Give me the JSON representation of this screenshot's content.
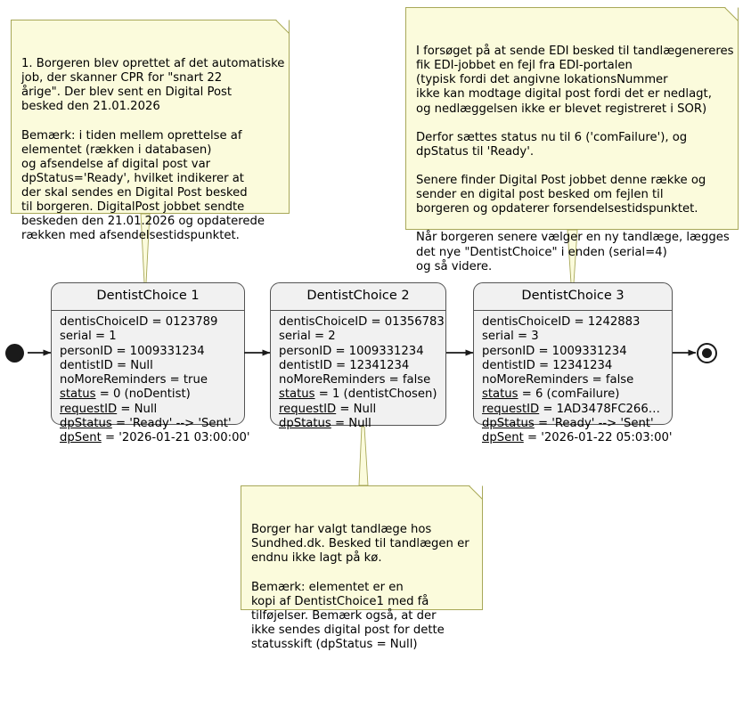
{
  "diagram": {
    "type": "uml-object-state-diagram",
    "language": "da",
    "colors": {
      "note_fill": "#FBFBDC",
      "note_border": "#A8A858",
      "state_fill": "#F1F1F1",
      "state_border": "#545454",
      "line": "#1A1A1A",
      "background": "#FFFFFF"
    }
  },
  "notes": {
    "note_top_left": {
      "name": "note-dentistchoice-1",
      "text": "1. Borgeren blev oprettet af det automatiske\njob, der skanner CPR for \"snart 22\nårige\". Der blev sent en Digital Post\nbesked den 21.01.2026\n\nBemærk: i tiden mellem oprettelse af\nelementet (rækken i databasen)\nog afsendelse af digital post var\ndpStatus='Ready', hvilket indikerer at\nder skal sendes en Digital Post besked\ntil borgeren. DigitalPost jobbet sendte\nbeskeden den 21.01.2026 og opdaterede\nrækken med afsendelsestidspunktet."
    },
    "note_top_right": {
      "name": "note-dentistchoice-3",
      "text": "I forsøget på at sende EDI besked til tandlægenereres\nfik EDI-jobbet en fejl fra EDI-portalen\n(typisk fordi det angivne lokationsNummer\nikke kan modtage digital post fordi det er nedlagt,\nog nedlæggelsen ikke er blevet registreret i SOR)\n\nDerfor sættes status nu til 6 ('comFailure'), og\ndpStatus til 'Ready'.\n\nSenere finder Digital Post jobbet denne række og\nsender en digital post besked om fejlen til\nborgeren og opdaterer forsendelsestidspunktet.\n\nNår borgeren senere vælger en ny tandlæge, lægges\ndet nye \"DentistChoice\" i enden (serial=4)\nog så videre."
    },
    "note_bottom": {
      "name": "note-dentistchoice-2",
      "text": "Borger har valgt tandlæge hos\nSundhed.dk. Besked til tandlægen er\nendnu ikke lagt på kø.\n\nBemærk: elementet er en\nkopi af DentistChoice1 med få\ntilføjelser. Bemærk også, at der\nikke sendes digital post for dette\nstatusskift (dpStatus = Null)"
    }
  },
  "states": [
    {
      "id": "dentistchoice-1",
      "title": "DentistChoice 1",
      "attributes": [
        {
          "key": "dentisChoiceID",
          "value": "= 0123789",
          "underline": false
        },
        {
          "key": "serial",
          "value": "= 1",
          "underline": false
        },
        {
          "key": "personID",
          "value": "= 1009331234",
          "underline": false
        },
        {
          "key": "dentistID",
          "value": "= Null",
          "underline": false
        },
        {
          "key": "noMoreReminders",
          "value": "= true",
          "underline": false
        },
        {
          "key": "status",
          "value": "= 0 (noDentist)",
          "underline": true
        },
        {
          "key": "requestID",
          "value": "= Null",
          "underline": true
        },
        {
          "key": "dpStatus",
          "value": "= 'Ready' --> 'Sent'",
          "underline": true
        },
        {
          "key": "dpSent",
          "value": "= '2026-01-21 03:00:00'",
          "underline": true
        }
      ]
    },
    {
      "id": "dentistchoice-2",
      "title": "DentistChoice 2",
      "attributes": [
        {
          "key": "dentisChoiceID",
          "value": "= 01356783",
          "underline": false
        },
        {
          "key": "serial",
          "value": "= 2",
          "underline": false
        },
        {
          "key": "personID",
          "value": "= 1009331234",
          "underline": false
        },
        {
          "key": "dentistID",
          "value": "= 12341234",
          "underline": false
        },
        {
          "key": "noMoreReminders",
          "value": "= false",
          "underline": false
        },
        {
          "key": "status",
          "value": "= 1 (dentistChosen)",
          "underline": true
        },
        {
          "key": "requestID",
          "value": "= Null",
          "underline": true
        },
        {
          "key": "dpStatus",
          "value": "= Null",
          "underline": true
        }
      ]
    },
    {
      "id": "dentistchoice-3",
      "title": "DentistChoice 3",
      "attributes": [
        {
          "key": "dentisChoiceID",
          "value": "= 1242883",
          "underline": false
        },
        {
          "key": "serial",
          "value": "= 3",
          "underline": false
        },
        {
          "key": "personID",
          "value": "= 1009331234",
          "underline": false
        },
        {
          "key": "dentistID",
          "value": "= 12341234",
          "underline": false
        },
        {
          "key": "noMoreReminders",
          "value": "= false",
          "underline": false
        },
        {
          "key": "status",
          "value": "= 6 (comFailure)",
          "underline": true
        },
        {
          "key": "requestID",
          "value": "= 1AD3478FC266…",
          "underline": true
        },
        {
          "key": "dpStatus",
          "value": "= 'Ready' --> 'Sent'",
          "underline": true
        },
        {
          "key": "dpSent",
          "value": "= '2026-01-22 05:03:00'",
          "underline": true
        }
      ]
    }
  ],
  "markers": {
    "start": {
      "name": "start-node",
      "shape": "filled-circle"
    },
    "end": {
      "name": "end-node",
      "shape": "bullseye-circle"
    }
  }
}
